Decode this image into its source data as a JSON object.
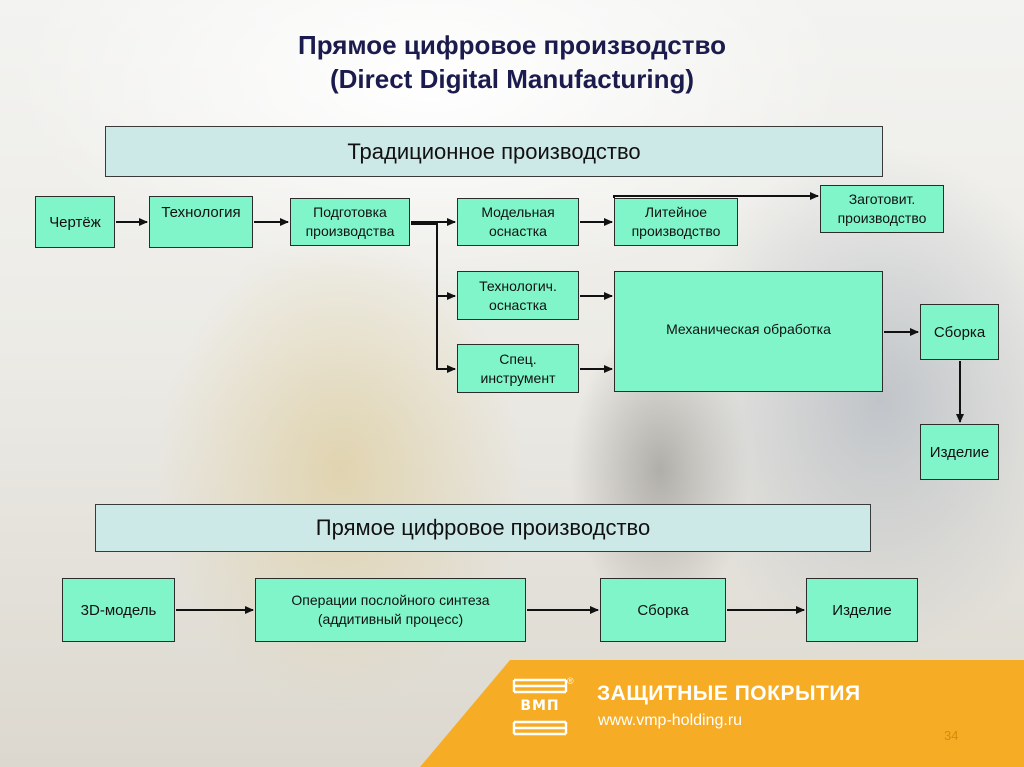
{
  "title": {
    "line1": "Прямое цифровое производство",
    "line2": "(Direct Digital Manufacturing)"
  },
  "traditional": {
    "header": "Традиционное производство",
    "drawing": "Чертёж",
    "technology": "Технология",
    "prep": "Подготовка\nпроизводства",
    "model_tooling": "Модельная\nоснастка",
    "casting": "Литейное\nпроизводство",
    "blank": "Заготовит.\nпроизводство",
    "tech_tooling": "Технологич.\nоснастка",
    "special_tool": "Спец.\nинструмент",
    "machining": "Механическая обработка",
    "assembly": "Сборка",
    "product": "Изделие"
  },
  "digital": {
    "header": "Прямое цифровое производство",
    "model3d": "3D-модель",
    "additive": "Операции послойного синтеза\n(аддитивный процесс)",
    "assembly": "Сборка",
    "product": "Изделие"
  },
  "footer": {
    "logo": "ВМП",
    "company": "ЗАЩИТНЫЕ ПОКРЫТИЯ",
    "url": "www.vmp-holding.ru",
    "page": "34"
  },
  "colors": {
    "box_fill": "#7ff5c9",
    "banner_fill": "#cde9e7",
    "footer": "#f6ac24",
    "title": "#1b1b4d"
  }
}
